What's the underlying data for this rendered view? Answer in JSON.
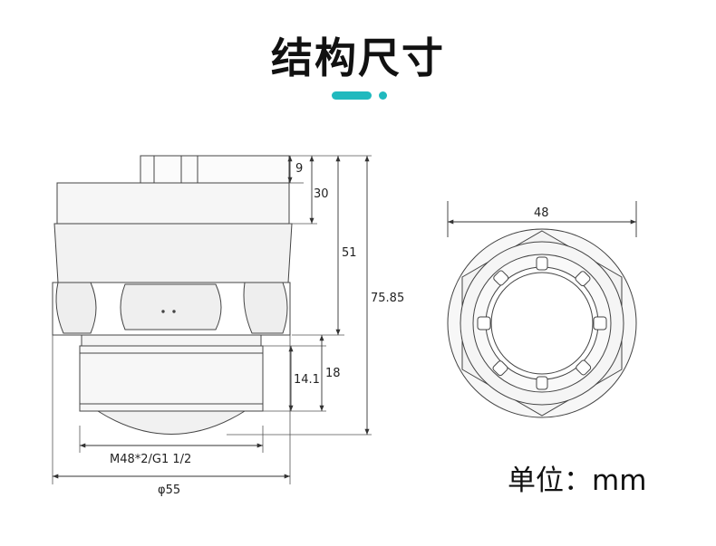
{
  "header": {
    "title": "结构尺寸"
  },
  "colors": {
    "accent": "#20b9be",
    "line": "#333333"
  },
  "dimensions": {
    "top_boss_height": "9",
    "top_section_height": "30",
    "upper_height": "51",
    "total_height": "75.85",
    "thread_length": "14.1",
    "lower_height": "18",
    "thread_spec": "M48*2/G1 1/2",
    "outer_diameter": "φ55",
    "top_view_width": "48"
  },
  "footer": {
    "unit_label": "单位：mm"
  }
}
